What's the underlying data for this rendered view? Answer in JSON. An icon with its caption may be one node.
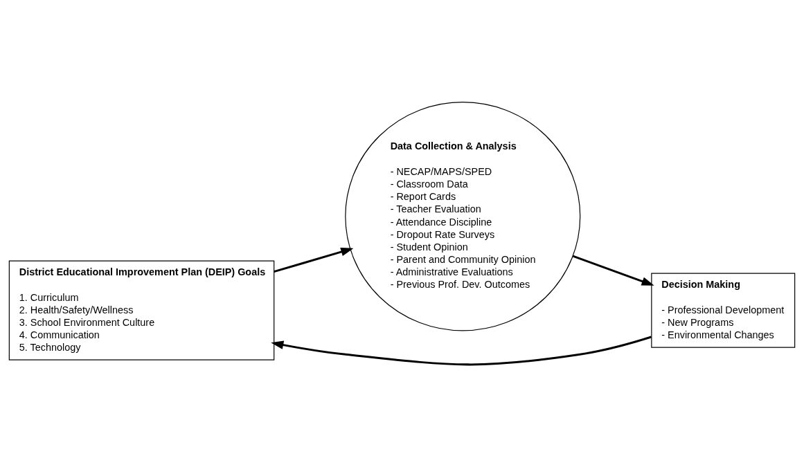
{
  "diagram": {
    "nodes": [
      {
        "text": [
          "District Educational Improvement Plan (DEIP) Goals",
          "1. Curriculum",
          "2. Health/Safety/Wellness",
          "3. School Environment Culture",
          "4. Communication",
          "5. Technology"
        ]
      },
      {
        "text": [
          "Data Collection & Analysis",
          "- NECAP/MAPS/SPED",
          "- Classroom Data",
          "- Report Cards",
          "- Teacher Evaluation",
          "- Attendance Discipline",
          "- Dropout Rate Surveys",
          "- Student Opinion",
          "- Parent and Community Opinion",
          "- Administrative Evaluations",
          "- Previous Prof. Dev. Outcomes"
        ]
      },
      {
        "text": [
          "Decision Making",
          "- Professional Development",
          "- New Programs",
          "- Environmental Changes"
        ]
      }
    ],
    "edges": [
      {
        "from": 0,
        "to": 1,
        "arrow": "to"
      },
      {
        "from": 1,
        "to": 2,
        "arrow": "to"
      },
      {
        "from": 2,
        "to": 0,
        "arrow": "to"
      }
    ]
  }
}
